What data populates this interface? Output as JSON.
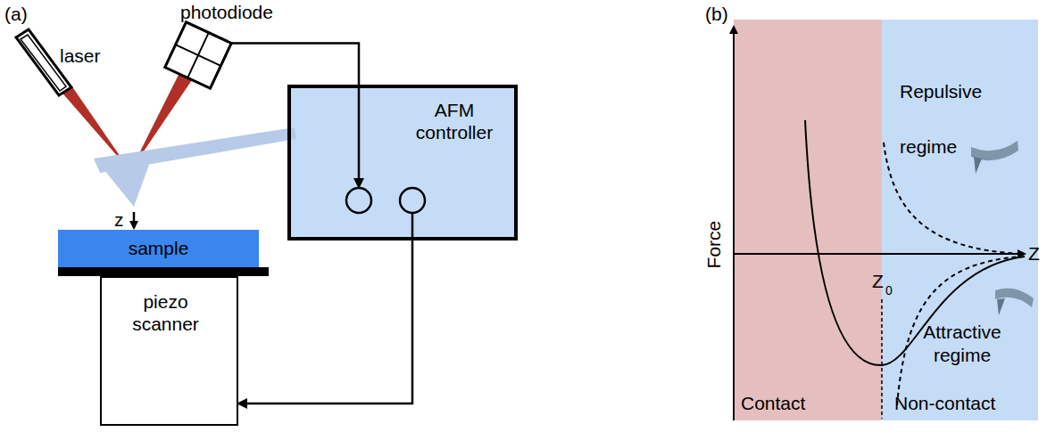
{
  "diagram": {
    "nodes": [
      {
        "text": [
          "laser"
        ]
      },
      {
        "text": [
          "photodiode"
        ]
      },
      {
        "text": [
          "AFM controller"
        ]
      },
      {
        "text": [
          "sample"
        ]
      },
      {
        "text": [
          "piezo scanner"
        ]
      },
      {
        "text": [
          "Contact"
        ]
      },
      {
        "text": [
          "Non-contact"
        ]
      }
    ],
    "edges": [
      {
        "from": 1,
        "to": 2,
        "arrow": "to"
      },
      {
        "from": 2,
        "to": 4,
        "arrow": "to"
      }
    ],
    "labels": [
      "(a)",
      "z",
      "(b)",
      "Force",
      "Z",
      "0",
      "Repulsive regime",
      "Attractive regime",
      "Z"
    ]
  }
}
